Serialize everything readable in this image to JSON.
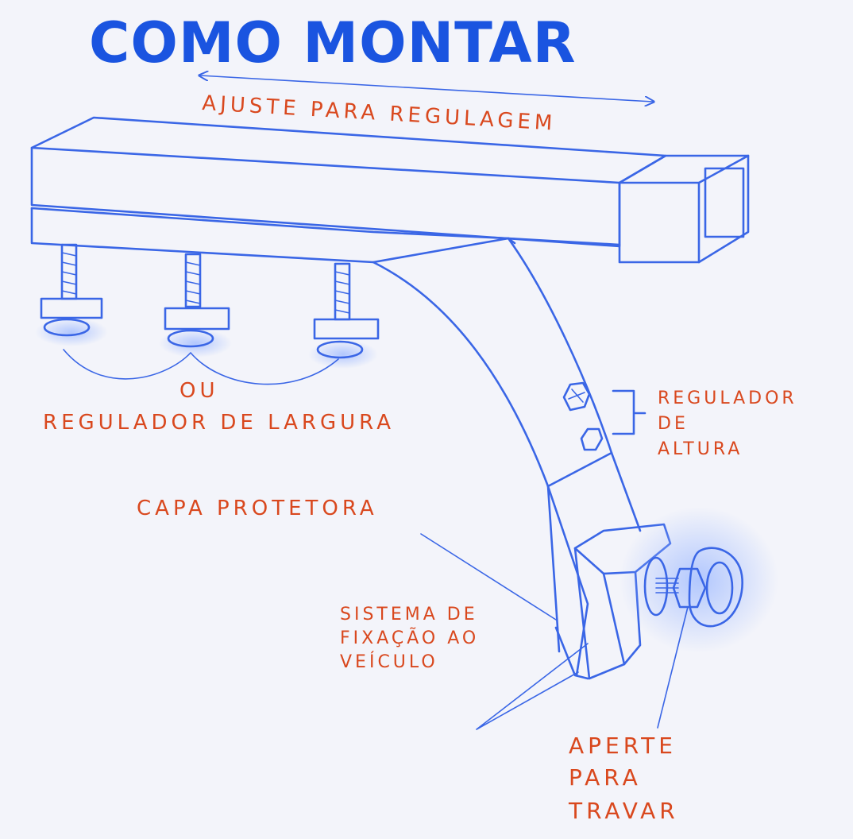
{
  "title": "COMO MONTAR",
  "labels": {
    "ajuste": "AJUSTE PARA REGULAGEM",
    "ou": "OU",
    "regulador_largura": "REGULADOR DE LARGURA",
    "regulador_altura": [
      "REGULADOR",
      "DE",
      "ALTURA"
    ],
    "capa_protetora": "CAPA PROTETORA",
    "sistema_fixacao": [
      "SISTEMA DE",
      "FIXAÇÃO AO",
      "VEÍCULO"
    ],
    "aperte": [
      "APERTE",
      "PARA",
      "TRAVAR"
    ]
  },
  "colors": {
    "title": "#1a54e0",
    "line": "#3a66e6",
    "label": "#d9481e",
    "background": "#f3f4fa",
    "glow": "#9cb8ff"
  }
}
